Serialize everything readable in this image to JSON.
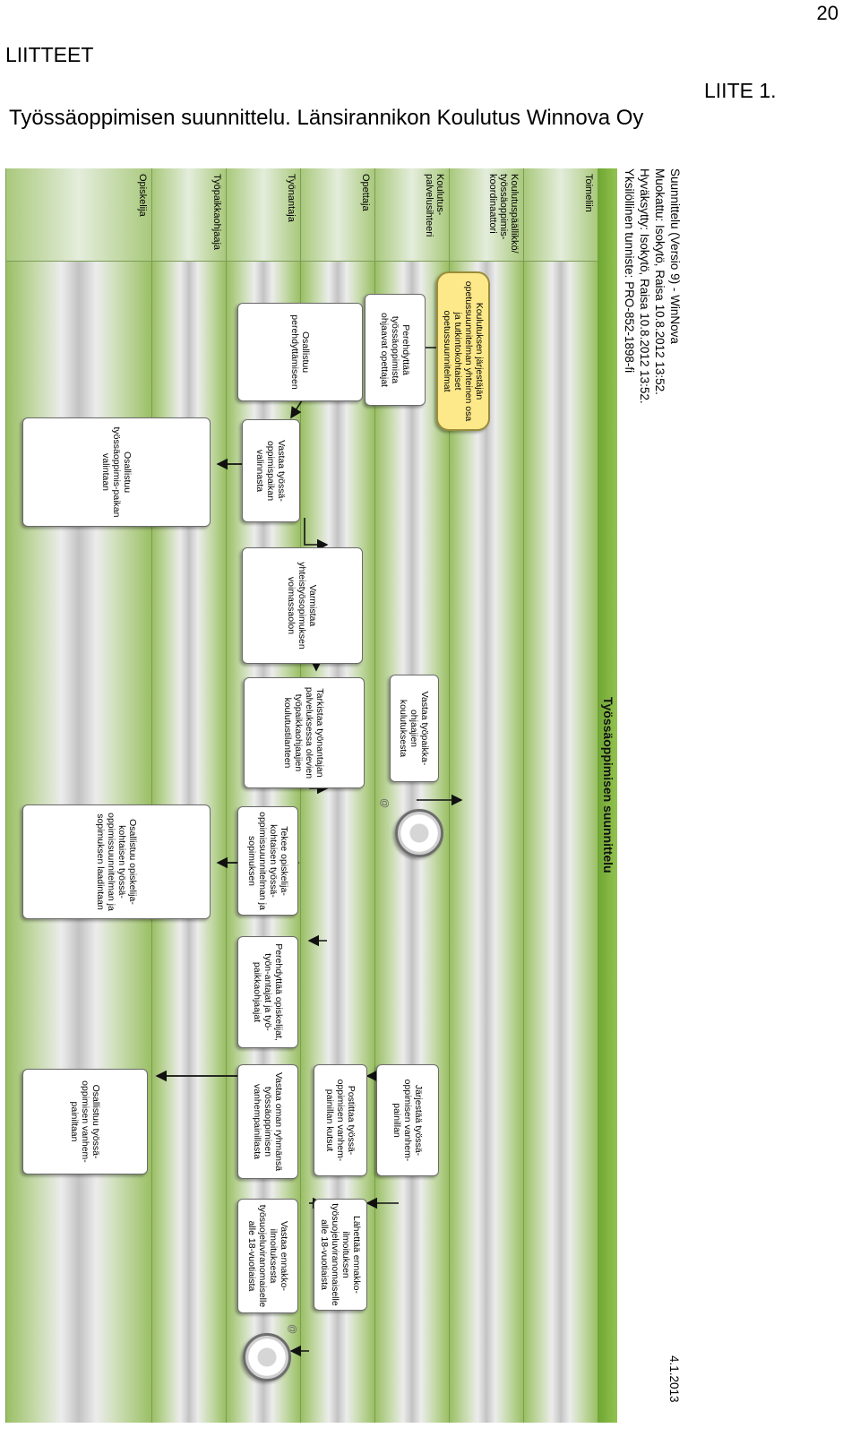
{
  "page_number": "20",
  "heading": "LIITTEET",
  "appendix_label": "LIITE 1.",
  "caption": "Työssäoppimisen suunnittelu. Länsirannikon Koulutus Winnova Oy",
  "diagram": {
    "meta": {
      "line1": "Suunnittelu (Versio 9) - WinNova",
      "line2": "Muokattu: Isokytö, Raisa 10.8.2012 13:52.",
      "line3": "Hyväksytty: Isokytö, Raisa 10.8.2012 13:52.",
      "line4": "Yksilöllinen tunniste: PRO-852-1898-fi",
      "date": "4.1.2013"
    },
    "pool_title": "Työssäoppimisen suunnittelu",
    "lanes": [
      "Toimeliin",
      "Koulutuspäällikkö/ työssäoppimis-koordinaattori",
      "Koulutus-palvelusihteeri",
      "Opettaja",
      "Työnantaja",
      "Työpaikkaohjaaja",
      "Opiskelija"
    ],
    "tasks": {
      "t1": "Koulutuksen järjestäjän opetussuunnitelman yhteinen osa ja tutkintokohtaiset opetussuunnitelmat",
      "t2": "Perehdyttää työssäoppimista ohjaavat opettajat",
      "t3": "Osallistuu perehdyttämiseen",
      "t4": "Vastaa työssä-oppimispaikan valinnasta",
      "t5": "Osallistuu työssäoppimis-paikan valintaan",
      "t6": "Varmistaa yhteistyösopimuksen voimassaolon",
      "t7": "Vastaa työpaikka-ohjaajien koulutuksesta",
      "t8": "Tarkistaa työnantajan palveluksessa olevien työpaikkaohjaajien koulutustilanteen",
      "t9": "Tekee opiskelija-kohtaisen työssä-oppimissuunnitelman ja sopimuksen",
      "t10": "Osallistuu opiskelija-kohtaisen työssä-oppimissuunnitelman ja sopimuksen laadintaan",
      "t11": "Perehdyttää opiskelijat, työn-antajat ja työ-paikkaohjaajat",
      "t12": "Järjestää työssä-oppimisen vanhem-painillan",
      "t13": "Postittaa työssä-oppimisen vanhem-painillan kutsut",
      "t14": "Vastaa oman ryhmänsä työssäoppimisen vanhempainillasta",
      "t15": "Osallistuu työssä-oppimisen vanhem-painiltaan",
      "t16": "Lähettää ennakko-ilmoituksen työsuojeluviranomaiselle alle 18-vuotiaista",
      "t17": "Vastaa ennakko-ilmoituksesta työsuojeluviranomaiselle alle 18-vuotiaista"
    },
    "event_symbol": "@"
  }
}
